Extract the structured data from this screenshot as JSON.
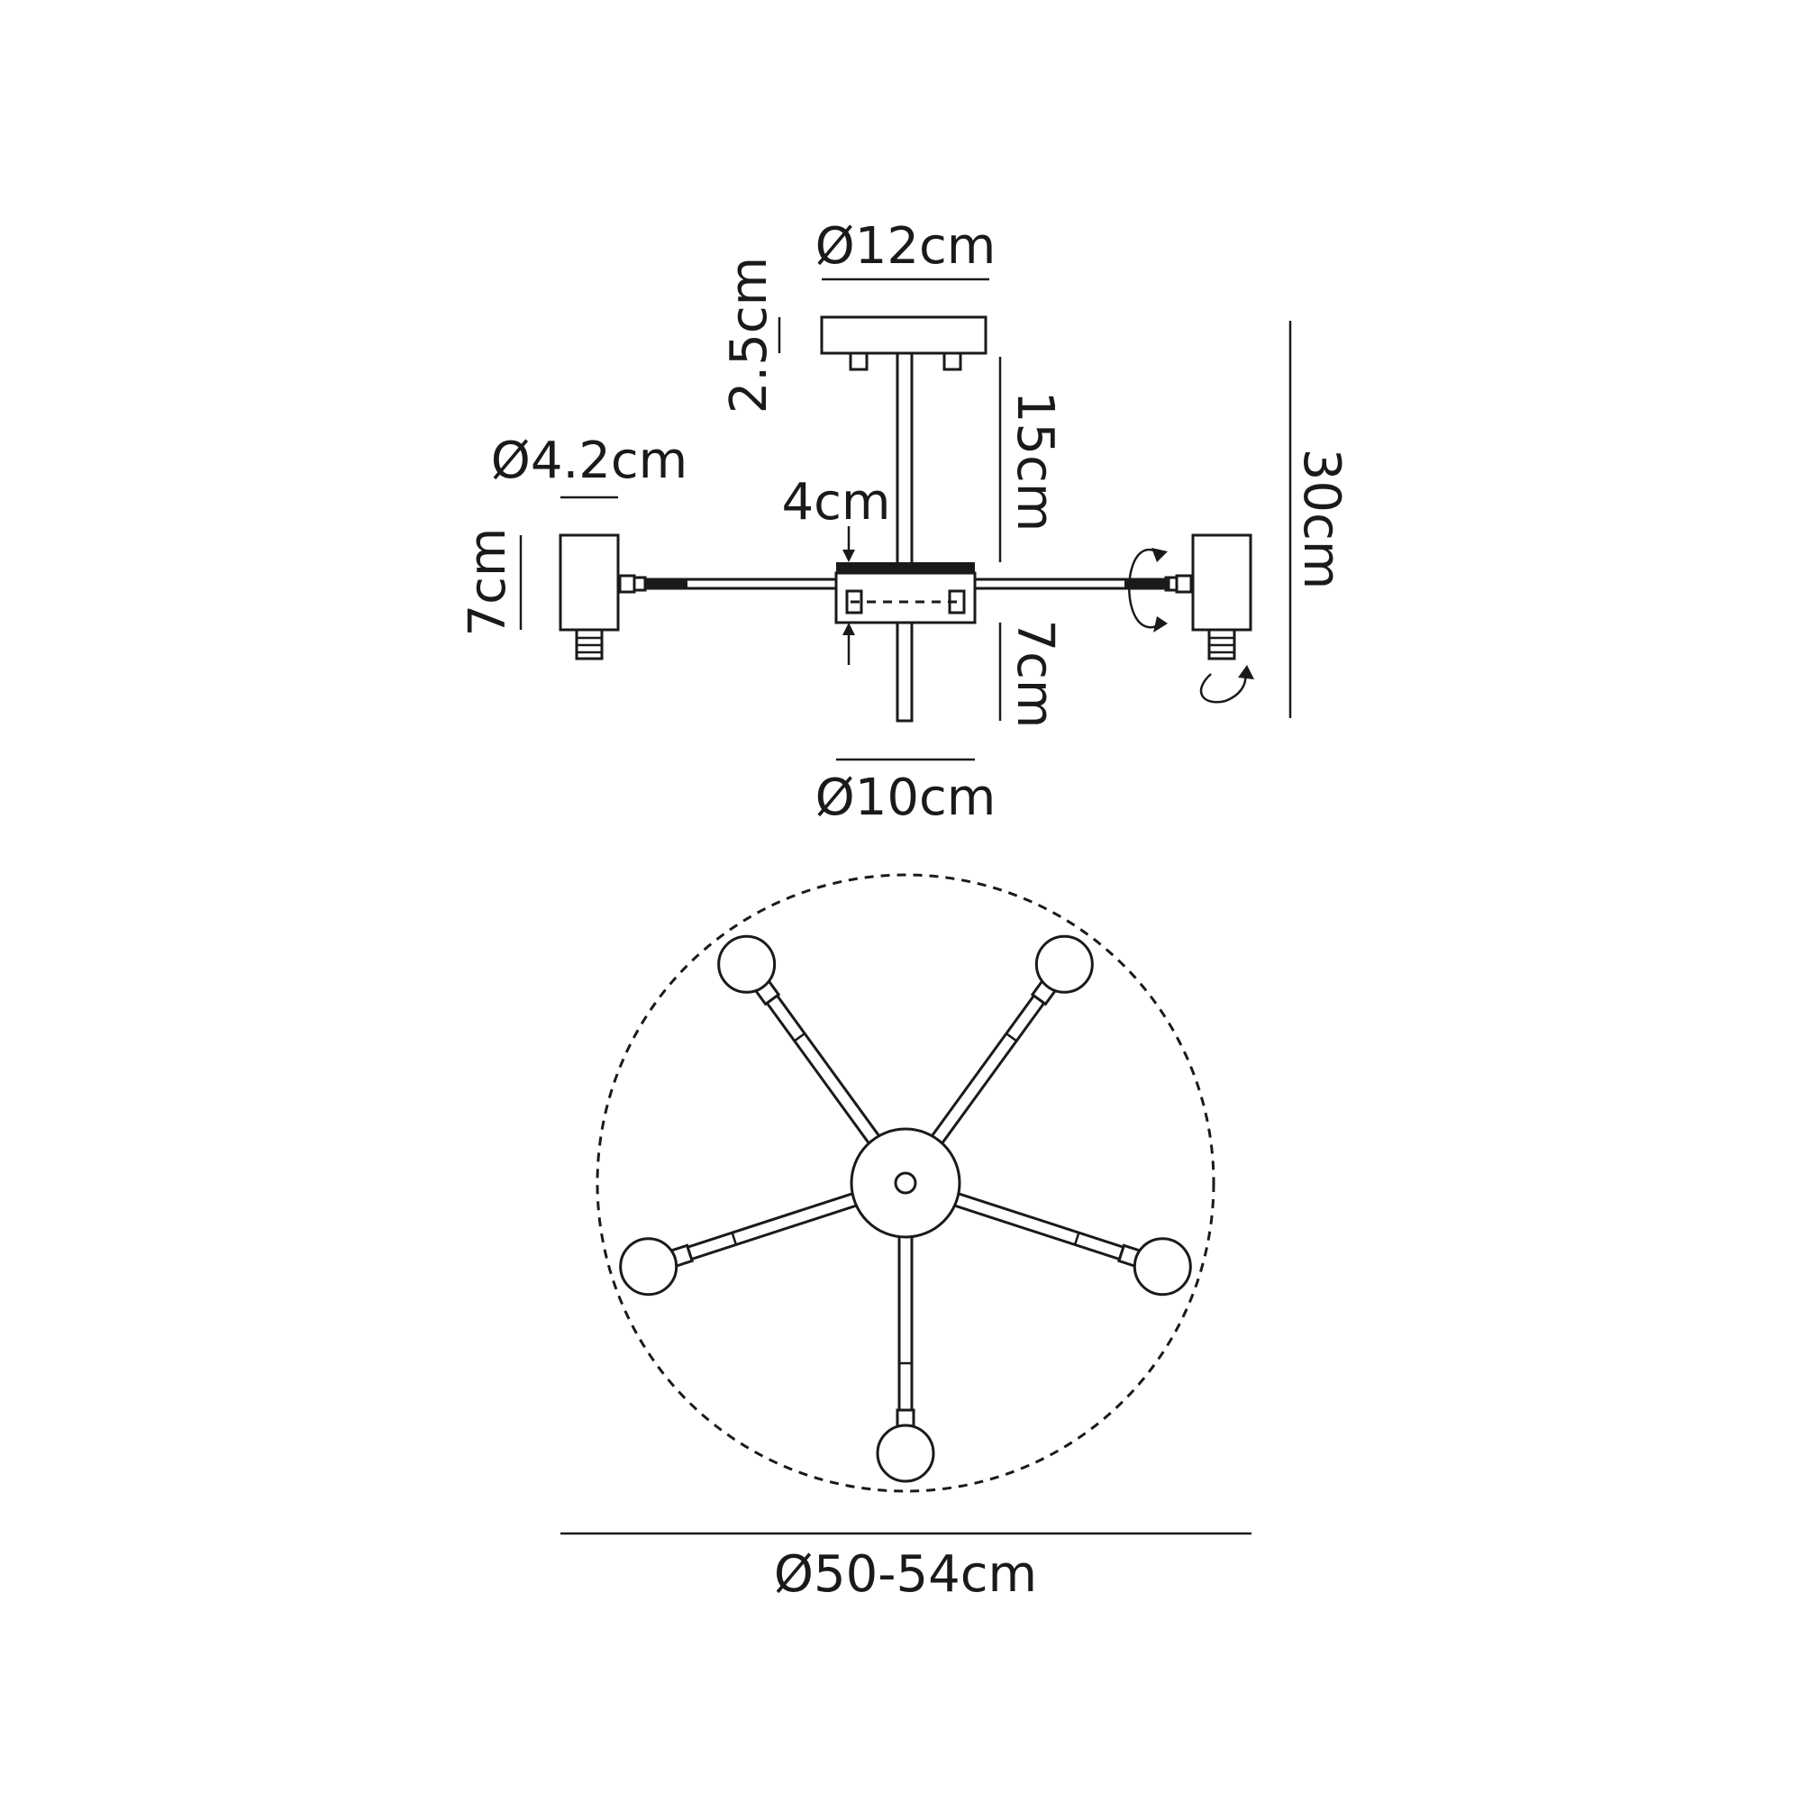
{
  "side_view": {
    "canopy_diameter": "Ø12cm",
    "canopy_height": "2.5cm",
    "stem_upper_length": "15cm",
    "total_height": "30cm",
    "shade_diameter": "Ø4.2cm",
    "shade_height": "7cm",
    "hub_height": "4cm",
    "stem_lower_length": "7cm",
    "hub_diameter": "Ø10cm"
  },
  "plan_view": {
    "overall_diameter": "Ø50-54cm"
  },
  "colors": {
    "line": "#1a1a1a",
    "background": "#ffffff"
  }
}
